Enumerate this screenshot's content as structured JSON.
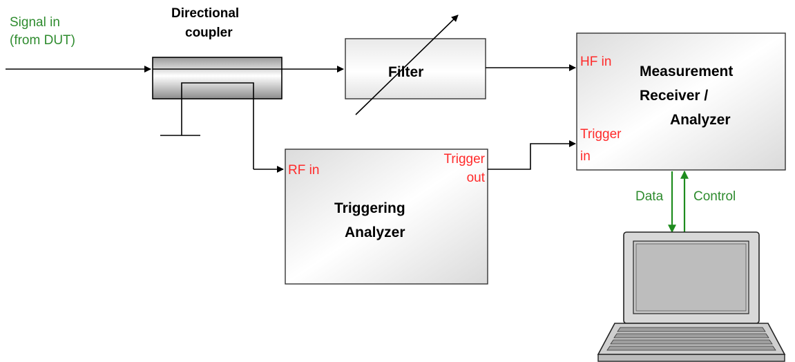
{
  "signal_in": {
    "line1": "Signal in",
    "line2": "(from DUT)"
  },
  "coupler": {
    "line1": "Directional",
    "line2": "coupler"
  },
  "filter": {
    "label": "Filter"
  },
  "receiver": {
    "line1": "Measurement",
    "line2": "Receiver /",
    "line3": "Analyzer",
    "hf_in": "HF in",
    "trigger_in_1": "Trigger",
    "trigger_in_2": "in"
  },
  "triggering": {
    "line1": "Triggering",
    "line2": "Analyzer",
    "rf_in": "RF in",
    "trigger_out_1": "Trigger",
    "trigger_out_2": "out"
  },
  "link": {
    "data": "Data",
    "control": "Control"
  },
  "colors": {
    "port_label": "#ff2a2a",
    "signal_label": "#2e8b2e",
    "data_arrow": "#1e8c1e"
  }
}
